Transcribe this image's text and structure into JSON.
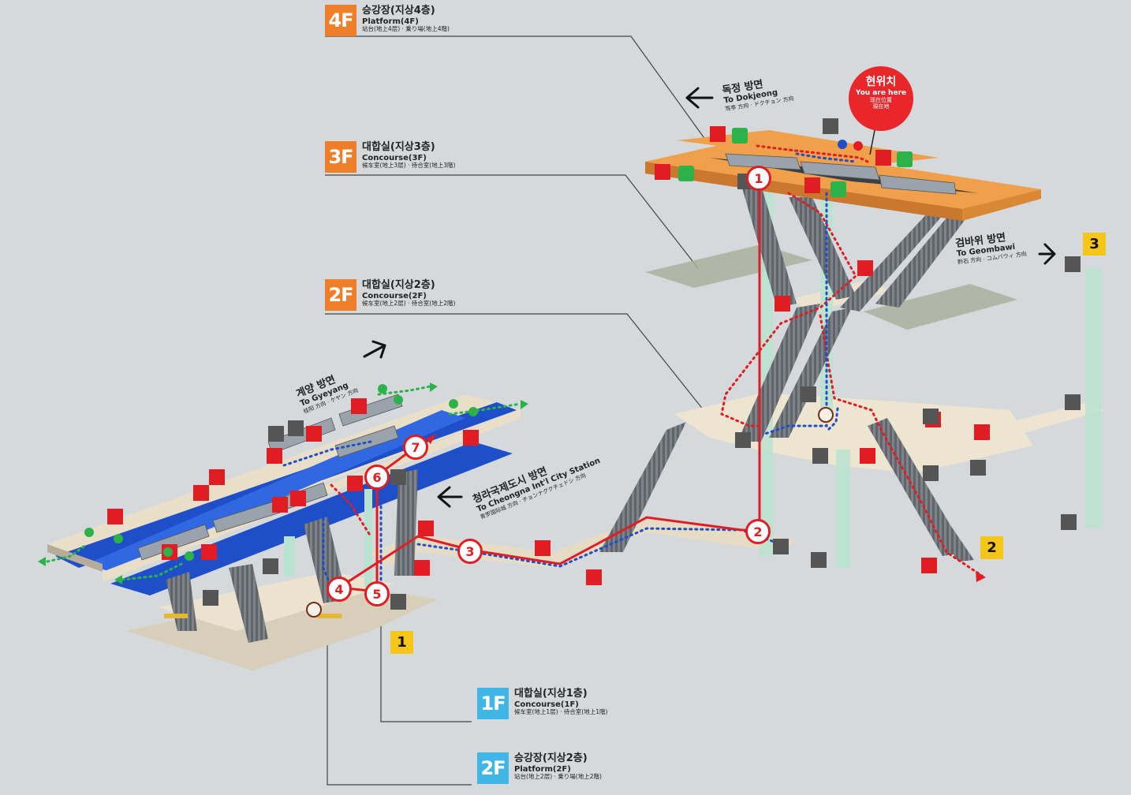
{
  "floors": {
    "f4": {
      "badge": "4F",
      "ko": "승강장(지상4층)",
      "en": "Platform(4F)",
      "jp": "站台(地上4层) · 乗り場(地上4階)",
      "color": "#ef7e2a"
    },
    "f3": {
      "badge": "3F",
      "ko": "대합실(지상3층)",
      "en": "Concourse(3F)",
      "jp": "候车室(地上3层) · 待合室(地上3階)",
      "color": "#ef7e2a"
    },
    "f2c": {
      "badge": "2F",
      "ko": "대합실(지상2층)",
      "en": "Concourse(2F)",
      "jp": "候车室(地上2层) · 待合室(地上2階)",
      "color": "#ef7e2a"
    },
    "f1": {
      "badge": "1F",
      "ko": "대합실(지상1층)",
      "en": "Concourse(1F)",
      "jp": "候车室(地上1层) · 待合室(地上1階)",
      "color": "#3fb6e6"
    },
    "f2p": {
      "badge": "2F",
      "ko": "승강장(지상2층)",
      "en": "Platform(2F)",
      "jp": "站台(地上2层) · 乗り場(地上2階)",
      "color": "#3fb6e6"
    }
  },
  "directions": {
    "dokjeong": {
      "ko": "독정 방면",
      "en": "To Dokjeong",
      "jp": "笃亭 方向 · ドクチョン 方向",
      "arrow": "←"
    },
    "geombawi": {
      "ko": "검바위 방면",
      "en": "To Geombawi",
      "jp": "黔石 方向 · コムバウィ 方向",
      "arrow": "→"
    },
    "gyeyang": {
      "ko": "계양 방면",
      "en": "To Gyeyang",
      "jp": "桂阳 方向 · ケヤン 方向",
      "arrow": "↗"
    },
    "cheongna": {
      "ko": "청라국제도시 방면",
      "en": "To Cheongna Int'l City Station",
      "jp": "青罗国际城 方向 · チョンナグクチェドシ 方向",
      "arrow": "←"
    }
  },
  "you_are_here": {
    "ko": "현위치",
    "en": "You are here",
    "jp1": "现在位置",
    "jp2": "現在地",
    "color": "#e9262a"
  },
  "exits": [
    "1",
    "2",
    "3"
  ],
  "route_steps": [
    "1",
    "2",
    "3",
    "4",
    "5",
    "6",
    "7"
  ],
  "colors": {
    "route": "#e11d24",
    "blue_line": "#1f4fc8",
    "orange_platform": "#f0a04b",
    "exit_yellow": "#f5c518",
    "green_exit": "#2bb34a"
  },
  "icons": [
    "elevator-icon",
    "fire-extinguisher-icon",
    "emergency-phone-icon",
    "emergency-exit-icon",
    "information-icon",
    "restroom-icon",
    "nursing-room-icon",
    "escalator-icon"
  ]
}
